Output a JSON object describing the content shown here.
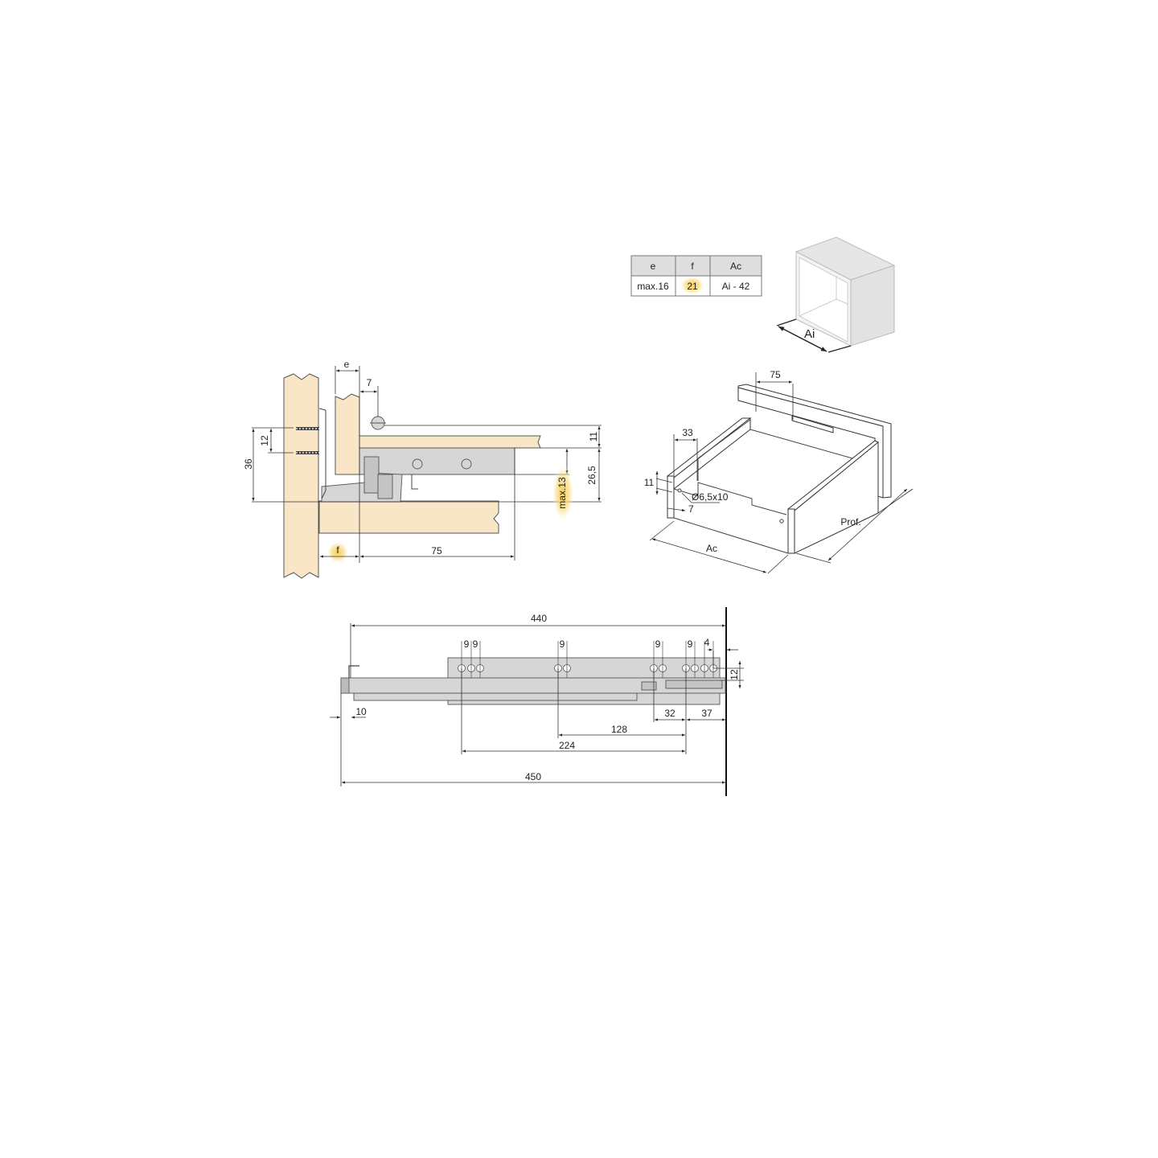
{
  "spec_table": {
    "headers": [
      "e",
      "f",
      "Ac"
    ],
    "values": [
      "max.16",
      "21",
      "Ai - 42"
    ],
    "highlight_color": "#f5c842"
  },
  "cabinet_view": {
    "label_ai": "Ai"
  },
  "drawer_view": {
    "dim_75": "75",
    "dim_33": "33",
    "dim_11": "11",
    "hole": "Ø6,5x10",
    "dim_7": "7",
    "label_ac": "Ac",
    "label_prof": "Prof."
  },
  "section_view": {
    "dim_e": "e",
    "dim_7": "7",
    "dim_12": "12",
    "dim_36": "36",
    "dim_11": "11",
    "dim_26_5": "26,5",
    "dim_max13": "max.13",
    "dim_f": "f",
    "dim_75": "75"
  },
  "runner_view": {
    "dim_440": "440",
    "dim_9a": "9",
    "dim_9b": "9",
    "dim_9c": "9",
    "dim_9d": "9",
    "dim_9e": "9",
    "dim_4": "4",
    "dim_12": "12",
    "dim_10": "10",
    "dim_32": "32",
    "dim_37": "37",
    "dim_128": "128",
    "dim_224": "224",
    "dim_450": "450"
  },
  "colors": {
    "wood": "#f8e6c6",
    "metal": "#d6d6d6",
    "highlight": "#f5c842"
  }
}
